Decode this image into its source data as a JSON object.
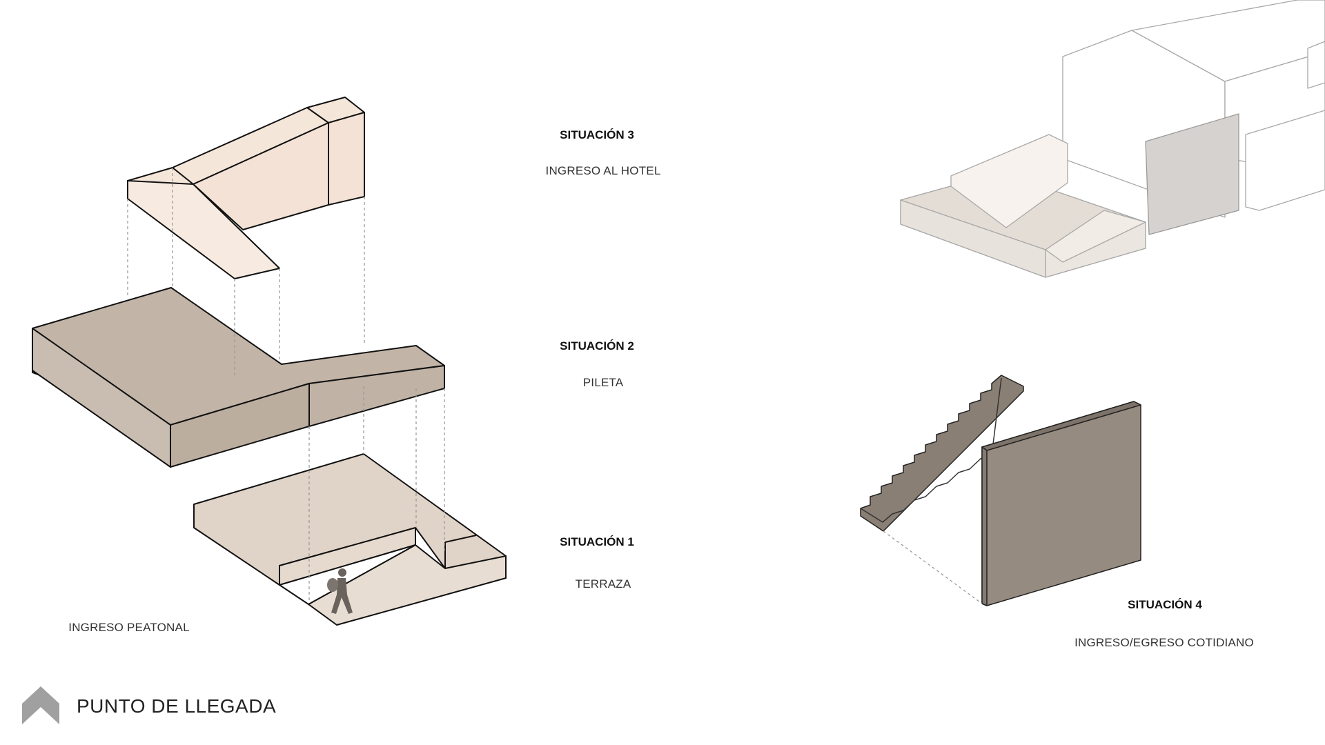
{
  "situations": [
    {
      "title": "SITUACIÓN 3",
      "subtitle": "INGRESO AL HOTEL"
    },
    {
      "title": "SITUACIÓN 2",
      "subtitle": "PILETA"
    },
    {
      "title": "SITUACIÓN 1",
      "subtitle": "TERRAZA"
    },
    {
      "title": "SITUACIÓN 4",
      "subtitle": "INGRESO/EGRESO COTIDIANO"
    }
  ],
  "entrance_label": "INGRESO PEATONAL",
  "footer": {
    "title": "PUNTO DE LLEGADA",
    "icon": "chevron-up-icon"
  },
  "colors": {
    "level3_fill": "#f5e6da",
    "level2_fill": "#c2b5a8",
    "level1_fill": "#e0d3c7",
    "wall_fill": "#968b80",
    "stair_fill": "#8a7f74",
    "context_lines": "#a8a8a8",
    "footer_icon": "#a0a0a0"
  }
}
